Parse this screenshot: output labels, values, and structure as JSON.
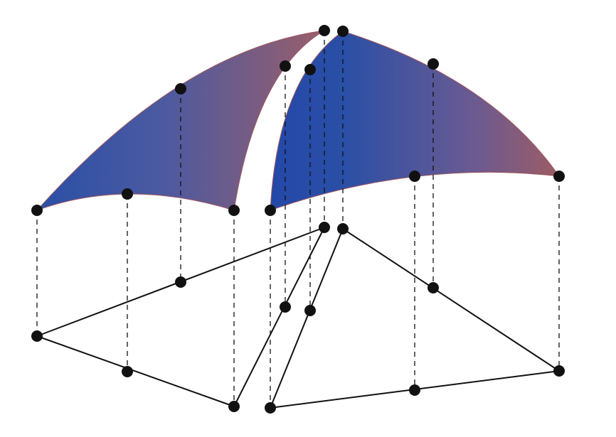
{
  "colors": {
    "background": "#ffffff",
    "surface_blue": "#2a4fa6",
    "surface_mauve": "#9a5e6a",
    "edge": "#111111",
    "node": "#111111"
  },
  "diagram": {
    "description_free": true,
    "left_patch": {
      "shape": "curved-triangle",
      "control_points": 6
    },
    "right_patch": {
      "shape": "curved-triangle",
      "control_points": 6
    },
    "left_domain_triangle": {
      "vertices": 3,
      "edge_midpoints": 3
    },
    "right_domain_triangle": {
      "vertices": 3,
      "edge_midpoints": 3
    },
    "projection_lines": "dashed"
  }
}
